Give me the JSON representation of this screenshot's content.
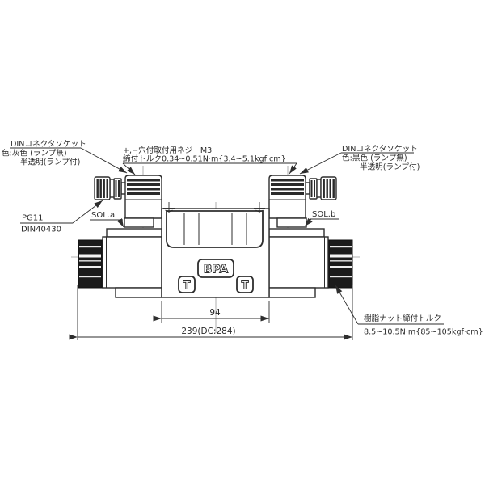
{
  "drawing": {
    "title_context": "solenoid-valve-outline-drawing",
    "annotations": {
      "connector_left": {
        "line1": "DINコネクタソケット",
        "line2": "色:灰色 (ランプ無)",
        "line3": "半透明(ランプ付)"
      },
      "mounting_screw": {
        "line1": "+,−穴付取付用ネジ　M3",
        "line2": "締付トルク0.34~0.51N·m{3.4~5.1kgf·cm}"
      },
      "connector_right": {
        "line1": "DINコネクタソケット",
        "line2": "色:黒色 (ランプ無)",
        "line3": "半透明(ランプ付)"
      },
      "cable_gland": {
        "line1": "PG11",
        "line2": "DIN40430"
      },
      "sol_a": "SOL.a",
      "sol_b": "SOL.b",
      "resin_nut": {
        "line1": "樹脂ナット締付トルク",
        "line2": "8.5~10.5N·m{85~105kgf·cm}"
      },
      "logo": "BPA",
      "port_t_left": "T",
      "port_t_right": "T"
    },
    "dimensions": {
      "body_width": "94",
      "overall_length": "239(DC:284)"
    },
    "colors": {
      "line": "#2e2e2e",
      "centerline": "#9a9a9a",
      "nut_fill": "#1b1b1b",
      "background": "#ffffff"
    }
  }
}
